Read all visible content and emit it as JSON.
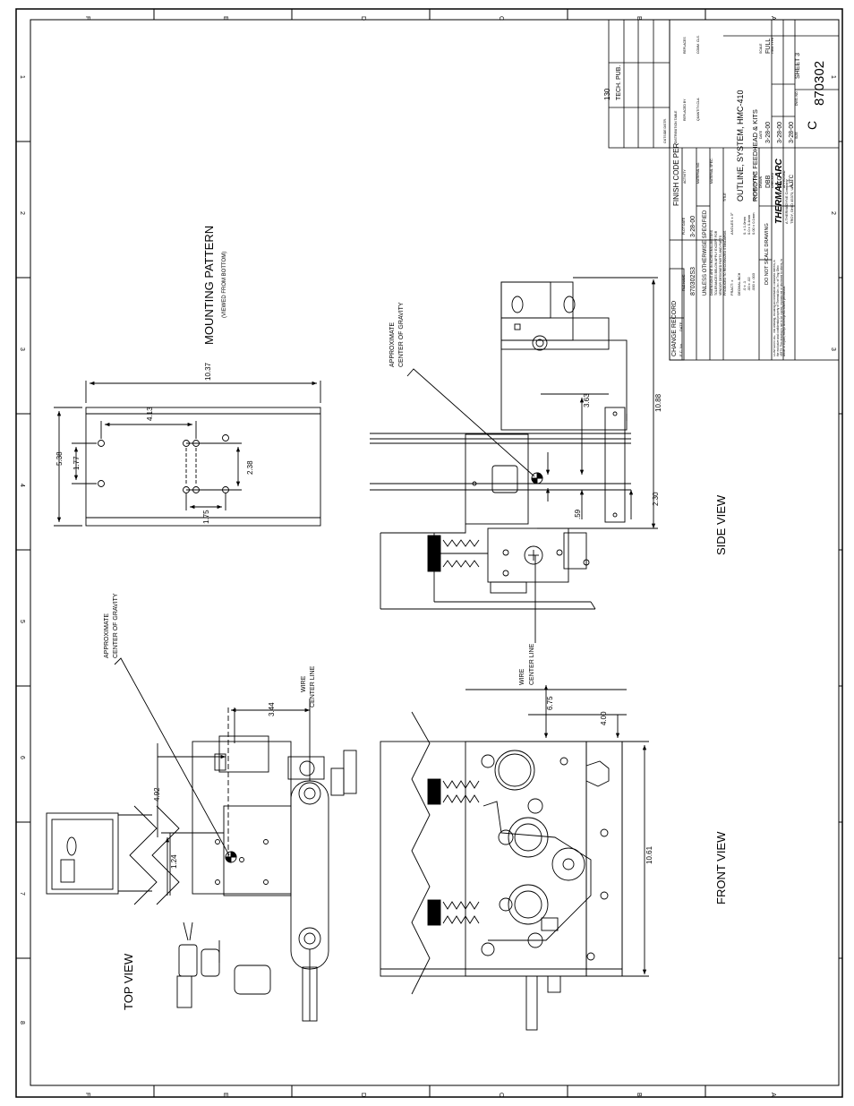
{
  "views": {
    "top": "TOP VIEW",
    "front": "FRONT VIEW",
    "side": "SIDE VIEW",
    "mounting": "MOUNTING PATTERN",
    "mounting_sub": "(VIEWED FROM BOTTOM)"
  },
  "notes": {
    "cog_line1": "APPROXIMATE",
    "cog_line2": "CENTER OF GRAVITY",
    "wire_line1": "WIRE",
    "wire_line2": "CENTER LINE"
  },
  "dims": {
    "d492": "4.92",
    "d124": "1.24",
    "d344": "3.44",
    "d675": "6.75",
    "d400": "4.00",
    "d1061": "10.61",
    "d1088": "10.88",
    "d363": "3.63",
    "d230": "2.30",
    "d59": ".59",
    "d1037": "10.37",
    "d413": "4.13",
    "d538": "5.38",
    "d177": "1.77",
    "d238": "2.38",
    "d175": "1.75"
  },
  "zones_vertical": [
    "F",
    "E",
    "D",
    "C",
    "B",
    "A"
  ],
  "zones_horizontal": [
    "1",
    "2",
    "3",
    "4",
    "5",
    "6",
    "7",
    "8"
  ],
  "title_block": {
    "pub_num": "130",
    "pub_label": "TECH. PUB.",
    "outside_distr": "OUTSIDE DISTR.",
    "distribution_table": "DISTRIBUTION TABLE",
    "finish": "FINISH CODE PER",
    "activity": "ACTIVITY",
    "replaced_by": "REPLACED BY",
    "replaces": "REPLACES",
    "material_no": "MATERIAL NO.",
    "quantity": "QUANTITY-CLA.",
    "comm": "COMM. CLS.",
    "material_spec": "MATERIAL SPEC.",
    "title_label": "TITLE",
    "title1": "OUTLINE, SYSTEM, HMC-410",
    "descriptive": "DESCRIPTIVE DATA",
    "title2": "ROBOTIC FEEDHEAD & KITS",
    "drawn_label": "DRAWN",
    "drawn": "DBB",
    "date_label": "DATE",
    "drawn_date": "3-28-00",
    "scale_label": "SCALE",
    "scale": "FULL",
    "checked_label": "CHECKED",
    "checked": "ATC",
    "checked_date": "3-28-00",
    "approved_label": "APPROVED",
    "approved": "AJTC",
    "approved_date": "3-28-00",
    "item_type": "ITEM TYPE",
    "size_label": "SIZE",
    "size": "C",
    "dwg_label": "DWG. NO.",
    "dwg_no": "870302",
    "sheet": "SHEET 3",
    "file_name_label": "FILE NAME",
    "file_name": "870302S3",
    "plot_date_label": "PLOT DATE",
    "plot_date": "3-28-00",
    "unless1": "UNLESS OTHERWISE SPECIFIED",
    "unless2": "DIMENSIONS ARE IN INCHES/MILLIMETERS",
    "unless3": "TOLERANCES BELOW APPLY EXCEPT FOR",
    "unless4": "VENDOR DESIGNED PARTS AND PARTS",
    "unless5": "PRODUCED TO RECOGNIZED STANDARDS.",
    "fract": "FRACT: ±",
    "angles": "ANGLES ± 3°",
    "decimal_label": "DECIMAL-INCH",
    "dec1": ".0 ± .1",
    "dec2": ".00 ± .02",
    "dec3": ".000 ± .003",
    "mm1": "0.  ± 1.0mm",
    "mm2": "0.0  ± 0.4mm",
    "mm3": "0.00 ± 0.1mm",
    "dont_scale": "DO NOT SCALE DRAWING",
    "company": "THERMAL ARC",
    "company_sub1": "A THERMADYNE Company",
    "company_sub2": "TROY, OHIO 45373, U.S.A.",
    "confidential": "CONFIDENTIAL. This drawing, including all information contained therein, is the exclusive and confidential property of Thermal Arc, Inc. of Troy, Ohio 45373. This drawing is not to be copied, reproduced or disclosed to others, in whole or in part, except with express written permission.",
    "change_record": "CHANGE RECORD",
    "ec_no": "E.C. No.",
    "change_date": "DATE"
  }
}
